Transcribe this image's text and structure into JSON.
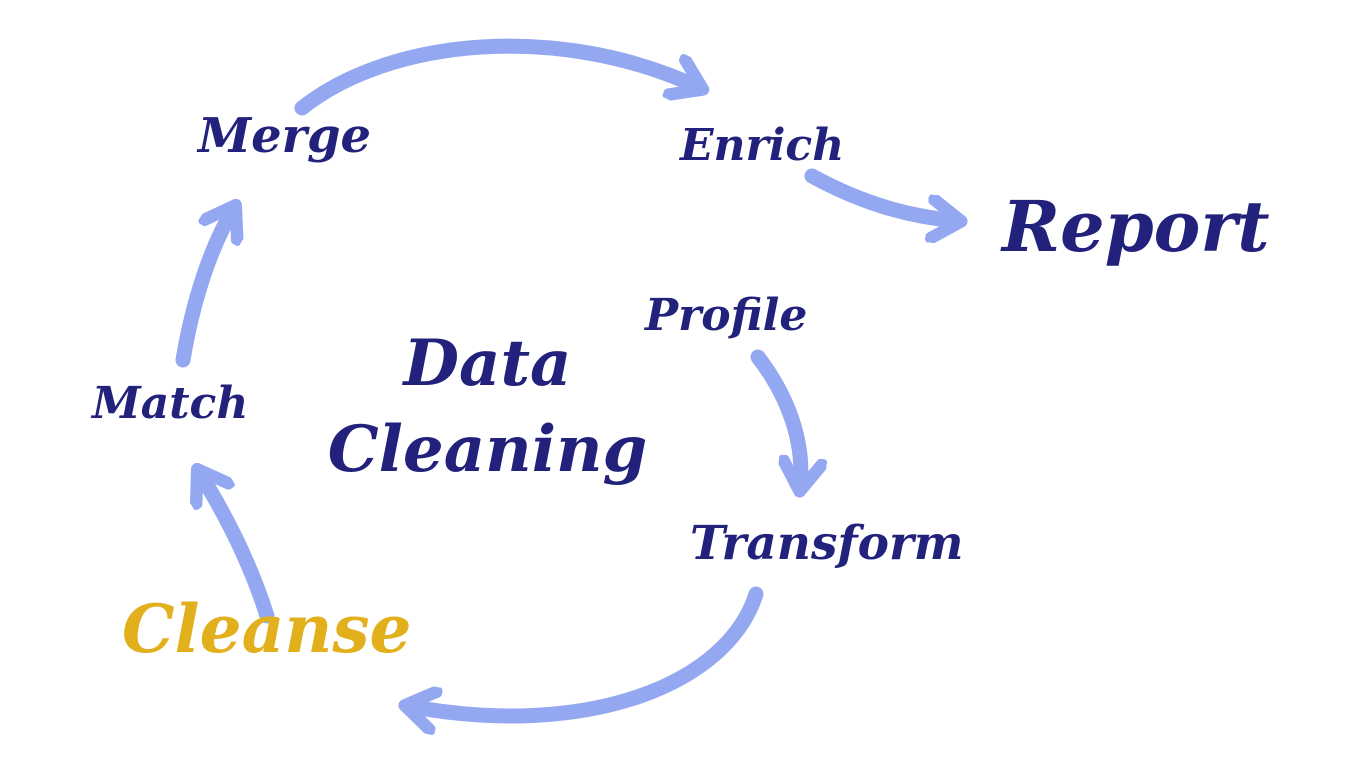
{
  "title": {
    "line1": "Data",
    "line2": "Cleaning"
  },
  "nodes": {
    "merge": {
      "label": "Merge"
    },
    "enrich": {
      "label": "Enrich"
    },
    "report": {
      "label": "Report"
    },
    "profile": {
      "label": "Profile"
    },
    "transform": {
      "label": "Transform"
    },
    "cleanse": {
      "label": "Cleanse"
    },
    "match": {
      "label": "Match"
    }
  },
  "edges": [
    {
      "from": "Merge",
      "to": "Enrich"
    },
    {
      "from": "Enrich",
      "to": "Report"
    },
    {
      "from": "Profile",
      "to": "Transform"
    },
    {
      "from": "Transform",
      "to": "Cleanse"
    },
    {
      "from": "Cleanse",
      "to": "Match"
    },
    {
      "from": "Match",
      "to": "Merge"
    }
  ],
  "colors": {
    "arrow": "#94a8f2",
    "text": "#22227d",
    "highlight": "#e2b01c",
    "background": "#ffffff"
  }
}
